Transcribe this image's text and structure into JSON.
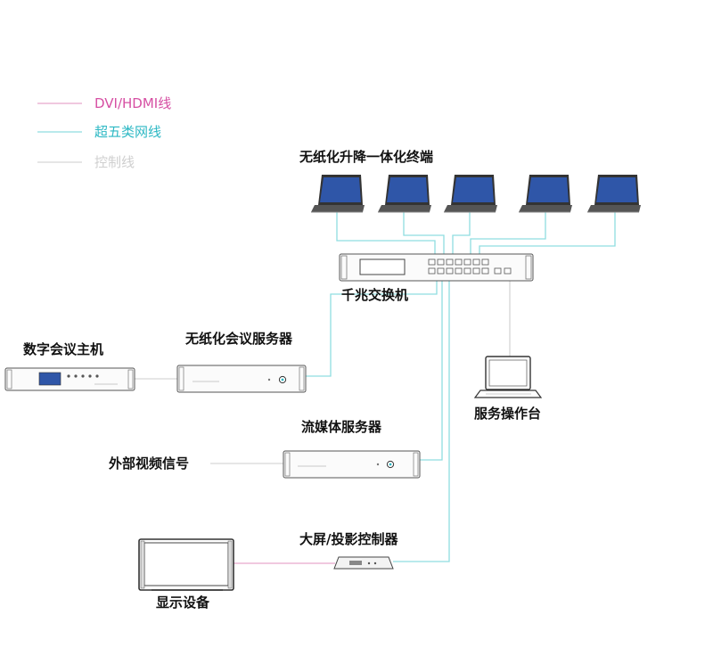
{
  "colors": {
    "dvi_line": "#e7a6cc",
    "dvi_text": "#d64fa3",
    "network_line": "#8fdde0",
    "network_text": "#2db8c4",
    "control_line": "#d6d6d6",
    "control_text": "#cfcfcf",
    "screen_blue": "#2f56a8"
  },
  "legend": {
    "dvi": "DVI/HDMI线",
    "network": "超五类网线",
    "control": "控制线"
  },
  "labels": {
    "terminals": "无纸化升降一体化终端",
    "switch": "千兆交换机",
    "paperless_server": "无纸化会议服务器",
    "conference_host": "数字会议主机",
    "operator_console": "服务操作台",
    "streaming_server": "流媒体服务器",
    "external_video": "外部视频信号",
    "screen_controller": "大屏/投影控制器",
    "display_device": "显示设备"
  },
  "icons": {
    "terminal": "laptop-monitor-icon",
    "switch": "rack-switch-icon",
    "server": "rack-server-icon",
    "console": "laptop-icon",
    "display": "tv-display-icon",
    "controller": "controller-box-icon"
  }
}
